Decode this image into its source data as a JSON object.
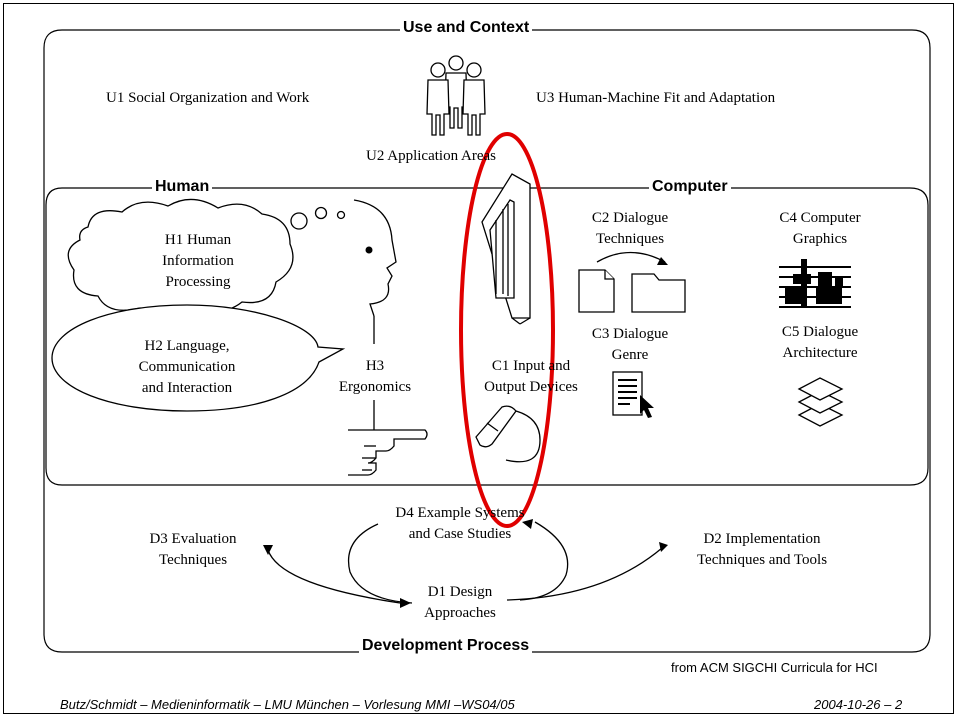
{
  "sections": {
    "use_context": "Use and Context",
    "human": "Human",
    "computer": "Computer",
    "development": "Development Process"
  },
  "use": {
    "u1": "U1 Social Organization and Work",
    "u2": "U2 Application Areas",
    "u3": "U3 Human-Machine Fit and Adaptation"
  },
  "human": {
    "h1": [
      "H1 Human",
      "Information",
      "Processing"
    ],
    "h2": [
      "H2 Language,",
      "Communication",
      "and Interaction"
    ],
    "h3": [
      "H3",
      "Ergonomics"
    ]
  },
  "computer": {
    "c1": [
      "C1 Input and",
      "Output Devices"
    ],
    "c2": [
      "C2 Dialogue",
      "Techniques"
    ],
    "c3": [
      "C3 Dialogue",
      "Genre"
    ],
    "c4": [
      "C4 Computer",
      "Graphics"
    ],
    "c5": [
      "C5 Dialogue",
      "Architecture"
    ]
  },
  "development": {
    "d1": [
      "D1 Design",
      "Approaches"
    ],
    "d2": [
      "D2 Implementation",
      "Techniques and Tools"
    ],
    "d3": [
      "D3 Evaluation",
      "Techniques"
    ],
    "d4": [
      "D4 Example Systems",
      "and Case Studies"
    ]
  },
  "credit": "from ACM SIGCHI Curricula for HCI",
  "footer": {
    "left": "Butz/Schmidt – Medieninformatik – LMU München – Vorlesung MMI –WS04/05",
    "right": "2004-10-26 – 2"
  },
  "colors": {
    "highlight": "#e00000",
    "ink": "#000000",
    "background": "#ffffff"
  },
  "icons": [
    "people-icon",
    "thought-bubble-icon",
    "human-head-icon",
    "pointing-hand-icon",
    "monitor-icon",
    "mouse-icon",
    "document-icon",
    "folder-icon",
    "graphics-icon",
    "layers-icon",
    "cursor-icon"
  ]
}
